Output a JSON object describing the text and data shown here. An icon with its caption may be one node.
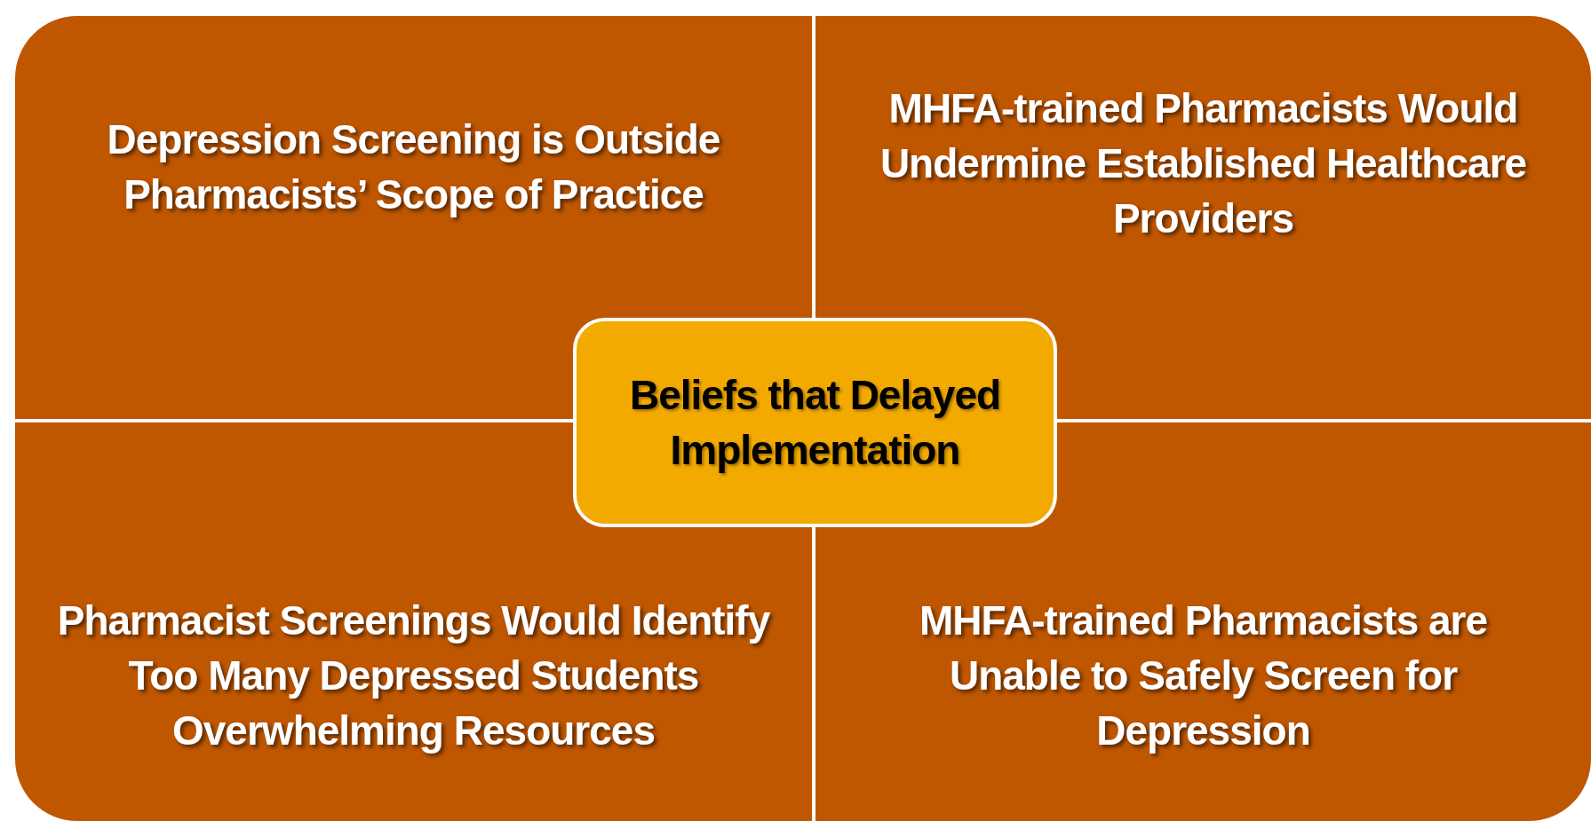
{
  "diagram": {
    "nodes": [
      {
        "text": [
          "Depression Screening is Outside Pharmacists’ Scope of Practice"
        ]
      },
      {
        "text": [
          "MHFA-trained Pharmacists Would Undermine Established Healthcare Providers"
        ]
      },
      {
        "text": [
          "Beliefs that Delayed Implementation"
        ]
      },
      {
        "text": [
          "Pharmacist Screenings Would Identify Too Many Depressed Students Overwhelming Resources"
        ]
      },
      {
        "text": [
          "MHFA-trained Pharmacists are Unable to Safely Screen for Depression"
        ]
      }
    ]
  }
}
